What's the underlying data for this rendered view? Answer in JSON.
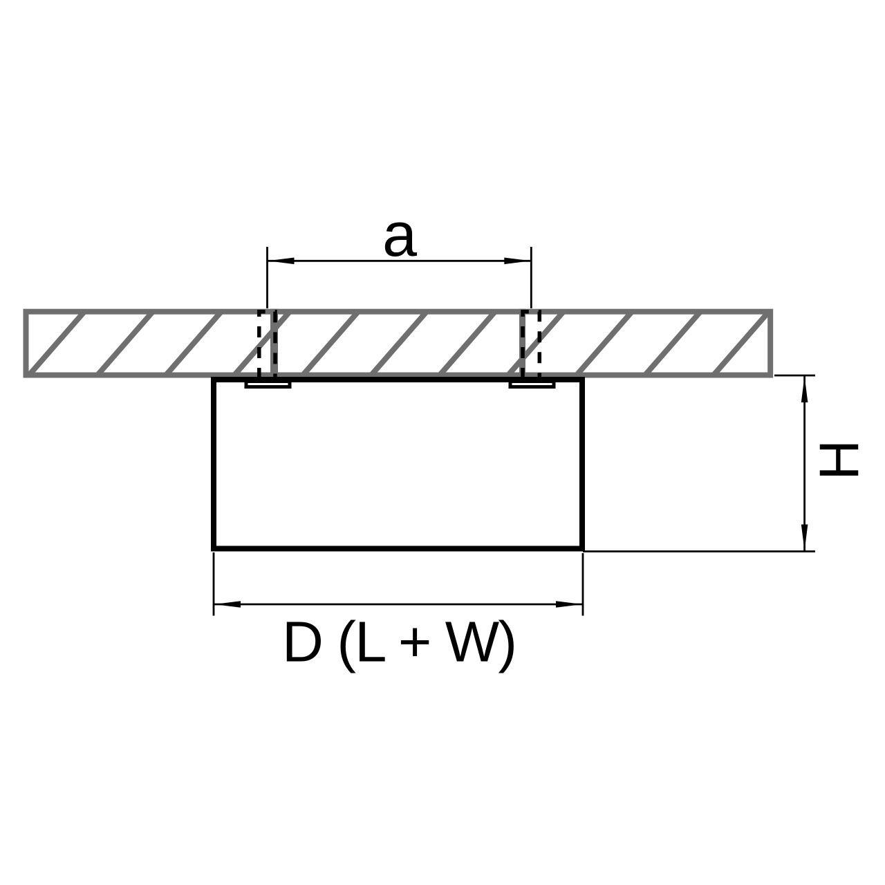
{
  "diagram": {
    "type": "technical-dimension-drawing",
    "subject": "surface-mounted ceiling light fixture, side view with ceiling slab section",
    "labels": {
      "hole_spacing": "a",
      "height": "H",
      "diameter": "D (L + W)"
    },
    "colors": {
      "background": "#ffffff",
      "slab_gray": "#6f6f6f",
      "line_black": "#000000",
      "fixture_fill": "#ffffff"
    }
  }
}
